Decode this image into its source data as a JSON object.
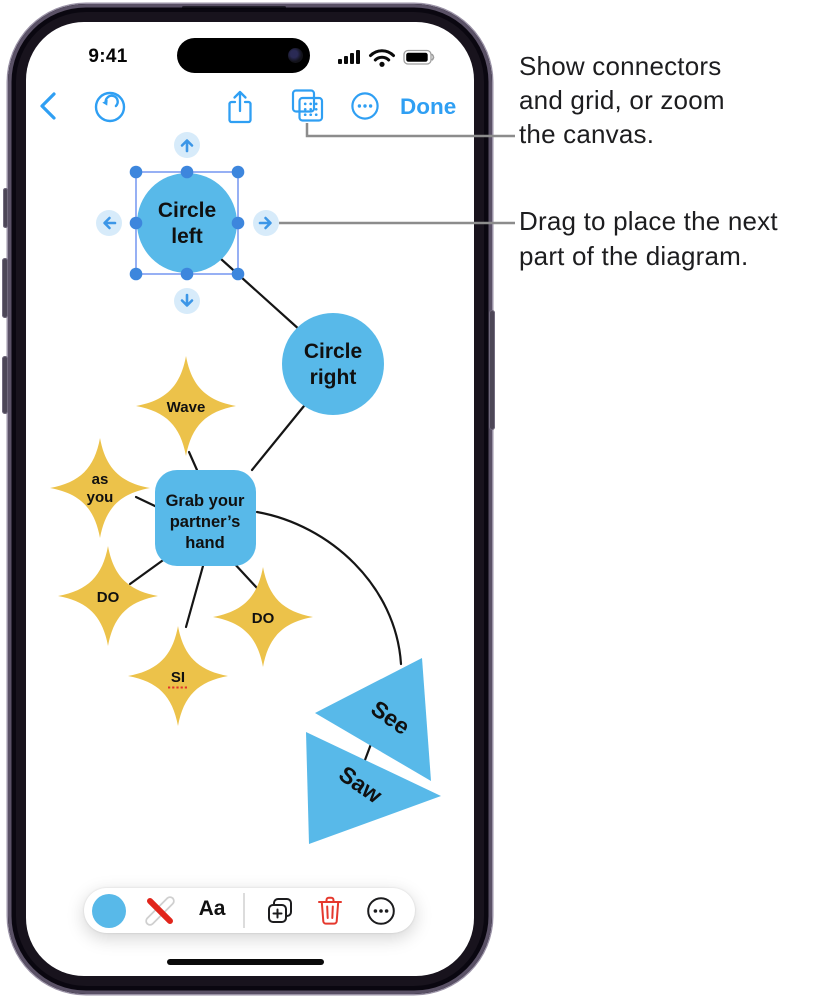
{
  "status_bar": {
    "time": "9:41"
  },
  "nav_bar": {
    "done_label": "Done"
  },
  "callouts": {
    "connectors": {
      "lines": [
        "Show connectors",
        "and grid, or zoom",
        "the canvas."
      ]
    },
    "drag": {
      "lines": [
        "Drag to place the next",
        "part of the diagram."
      ]
    }
  },
  "diagram": {
    "circle_left": {
      "line1": "Circle",
      "line2": "left"
    },
    "circle_right": {
      "line1": "Circle",
      "line2": "right"
    },
    "star_wave": {
      "label": "Wave"
    },
    "star_as_you": {
      "line1": "as",
      "line2": "you"
    },
    "rect_grab": {
      "line1": "Grab your",
      "line2": "partner’s",
      "line3": "hand"
    },
    "star_do_left": {
      "label": "DO"
    },
    "star_do_right": {
      "label": "DO"
    },
    "star_si": {
      "label": "SI"
    },
    "tri_see": {
      "label": "See"
    },
    "tri_saw": {
      "label": "Saw"
    }
  },
  "format_bar": {
    "text_style_label": "Aa"
  },
  "icons": {
    "nav": [
      "back-chevron",
      "undo",
      "share",
      "connectors-grid",
      "more-ellipsis"
    ],
    "format": [
      "fill-color-swatch",
      "no-stroke",
      "text-style",
      "duplicate",
      "trash",
      "more-ellipsis"
    ]
  },
  "colors": {
    "accent_blue": "#2f9ff3",
    "shape_blue": "#58b9e9",
    "star_yellow": "#ecc24a",
    "selection_blue": "#7d9cf1",
    "handle_blue": "#3d86dd",
    "callout_gray": "#8c8c8c",
    "trash_red": "#e5382d",
    "stroke_none_red": "#e1251b"
  }
}
